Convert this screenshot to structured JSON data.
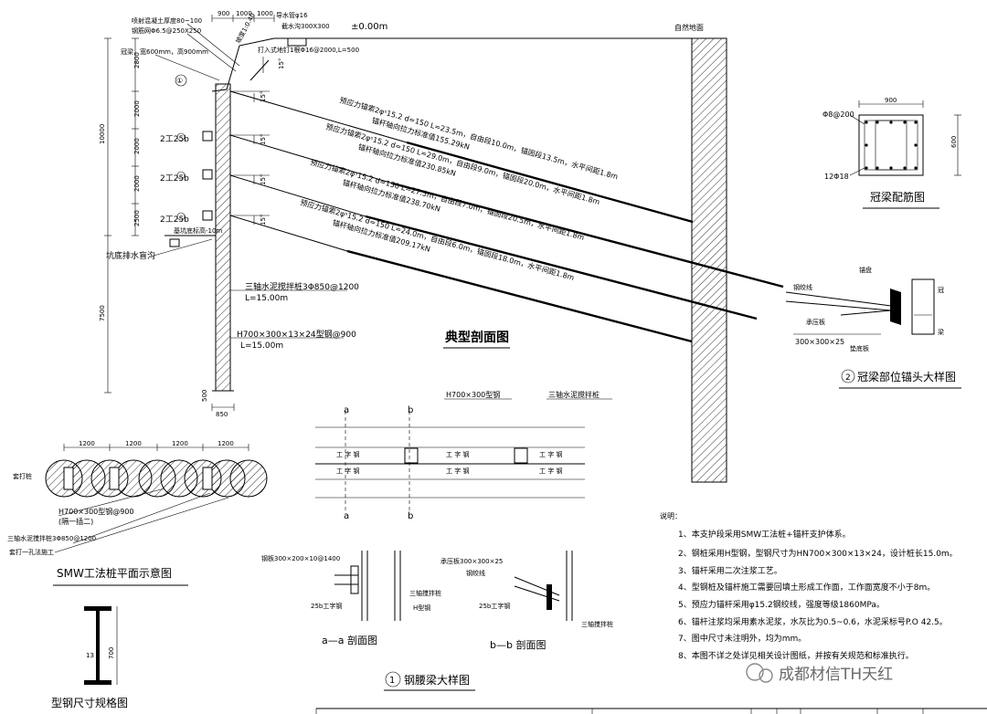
{
  "section": {
    "top_notes": [
      "900",
      "1000",
      "1000",
      "喷射混凝土厚度80~100",
      "钢筋网Φ6.5@250X250",
      "冠梁，宽600mm，高900mm",
      "截水沟300X300",
      "±0.00m",
      "自然地面",
      "坡度1:0.40",
      "打入式地钉1根Φ16@2000,L=500",
      "导水管φ16"
    ],
    "dims_vert": [
      "2800",
      "2000",
      "2000",
      "2000",
      "2500",
      "10000",
      "7500",
      "500"
    ],
    "dim_850": "850",
    "angles": [
      "15°",
      "15°",
      "15°",
      "15°",
      "15°"
    ],
    "waling_labels": [
      "2工25b",
      "2工25b",
      "2工25b"
    ],
    "pit_bottom": "基坑底标高-10m",
    "drain_label": "坑底排水盲沟",
    "circle_mark": "①",
    "anchors": [
      {
        "l1": "预应力锚索2φˢ15.2 d=150 L=23.5m，自由段10.0m，锚固段13.5m，水平间距1.8m",
        "l2": "锚杆轴向拉力标准值155.29kN"
      },
      {
        "l1": "预应力锚索2φˢ15.2 d=150 L=29.0m，自由段9.0m，锚固段20.0m，水平间距1.8m",
        "l2": "锚杆轴向拉力标准值230.85kN"
      },
      {
        "l1": "预应力锚索2φˢ15.2 d=150 L=27.5m，自由段7.0m，锚固段20.5m，水平间距1.8m",
        "l2": "锚杆轴向拉力标准值238.70kN"
      },
      {
        "l1": "预应力锚索2φˢ15.2 d=150 L=24.0m，自由段6.0m，锚固段18.0m，水平间距1.8m",
        "l2": "锚杆轴向拉力标准值209.17kN"
      }
    ],
    "smw_label1": "三轴水泥搅拌桩3Φ850@1200",
    "smw_label2": "L=15.00m",
    "hsteel_label1": "H700×300×13×24型钢@900",
    "hsteel_label2": "L=15.00m",
    "title": "典型剖面图"
  },
  "crown_beam": {
    "dim": "900",
    "dim_h": "600",
    "stirrup": "Φ8@200",
    "rebar": "12Φ18",
    "title": "冠梁配筋图"
  },
  "anchor_head": {
    "labels": [
      "钢绞线",
      "锚盘",
      "冠",
      "梁",
      "承压板",
      "300×300×25",
      "垫底板"
    ],
    "title": "冠梁部位锚头大样图",
    "num": "2"
  },
  "plan": {
    "dims": [
      "1200",
      "1200",
      "1200",
      "1200"
    ],
    "labels": [
      "套打桩",
      "H700×300型钢@900",
      "(隔一插二)",
      "三轴水泥搅拌桩3Φ850@1200",
      "套打一孔法施工"
    ],
    "title": "SMW工法桩平面示意图"
  },
  "waling_plan": {
    "top_labels": [
      "H700×300型钢",
      "三轴水泥搅拌桩"
    ],
    "section_marks": [
      "a",
      "b",
      "a",
      "b"
    ],
    "beam_text": "工 字 钢"
  },
  "waling_detail": {
    "a_labels": [
      "钢板300×200×10@1400",
      "25b工字钢",
      "三轴搅拌桩",
      "H型钢"
    ],
    "b_labels": [
      "承压板300×300×25",
      "钢绞线",
      "25b工字钢",
      "三轴搅拌桩"
    ],
    "a_title": "a—a 剖面图",
    "b_title": "b—b 剖面图",
    "title": "钢腰梁大样图",
    "num": "1"
  },
  "steel_spec": {
    "dims": [
      "13",
      "700"
    ],
    "title": "型钢尺寸规格图"
  },
  "notes": {
    "head": "说明：",
    "items": [
      "1、本支护段采用SMW工法桩+锚杆支护体系。",
      "2、钢桩采用H型钢，型钢尺寸为HN700×300×13×24，设计桩长15.0m。",
      "3、锚杆采用二次注浆工艺。",
      "4、型钢桩及锚杆施工需要回填土形成工作面，工作面宽度不小于8m。",
      "5、预应力锚杆采用φ15.2钢绞线，强度等级1860MPa。",
      "6、锚杆注浆均采用素水泥浆，水灰比为0.5~0.6，水泥采标号P.O 42.5。",
      "7、图中尺寸未注明外，均为mm。",
      "8、本图不详之处详见相关设计图纸，并按有关规范和标准执行。"
    ]
  },
  "watermark": "成都材信TH天红"
}
